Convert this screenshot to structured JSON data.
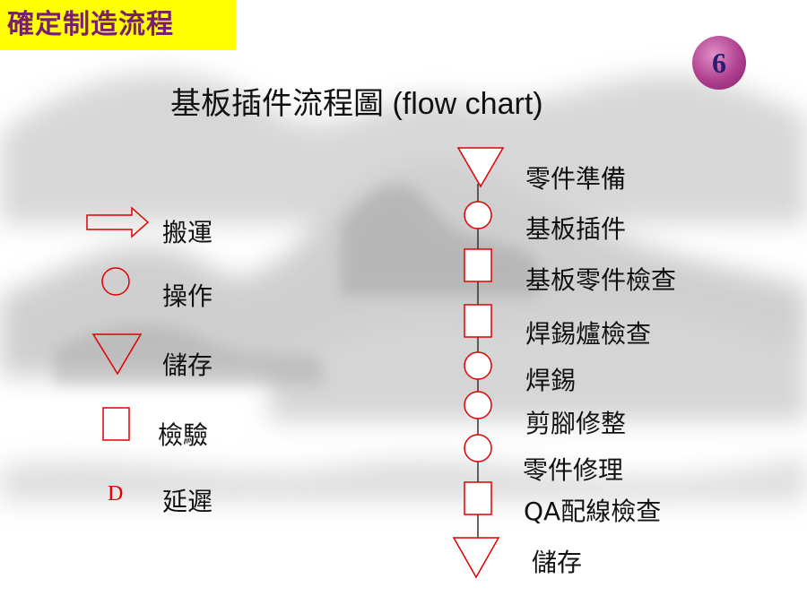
{
  "header": {
    "badge_text": "確定制造流程",
    "page_number": "6"
  },
  "title": "基板插件流程圖 (flow chart)",
  "legend": [
    {
      "shape": "arrow",
      "label": "搬運"
    },
    {
      "shape": "circle",
      "label": "操作"
    },
    {
      "shape": "triangle-down",
      "label": "儲存"
    },
    {
      "shape": "square",
      "label": "檢驗"
    },
    {
      "shape": "letter-d",
      "symbol": "D",
      "label": "延遲"
    }
  ],
  "flow": [
    {
      "shape": "triangle-down",
      "label": "零件準備"
    },
    {
      "shape": "circle",
      "label": "基板插件"
    },
    {
      "shape": "square",
      "label": "基板零件檢查"
    },
    {
      "shape": "square",
      "label": "焊錫爐檢查"
    },
    {
      "shape": "circle",
      "label": "焊錫"
    },
    {
      "shape": "circle",
      "label": "剪腳修整"
    },
    {
      "shape": "circle",
      "label": "零件修理"
    },
    {
      "shape": "square",
      "label": "QA配線檢查"
    },
    {
      "shape": "triangle-down",
      "label": "儲存"
    }
  ],
  "colors": {
    "symbol_stroke": "#e00000",
    "connector": "#333333",
    "badge_bg": "#ffff00",
    "badge_text": "#7a1f6e"
  }
}
